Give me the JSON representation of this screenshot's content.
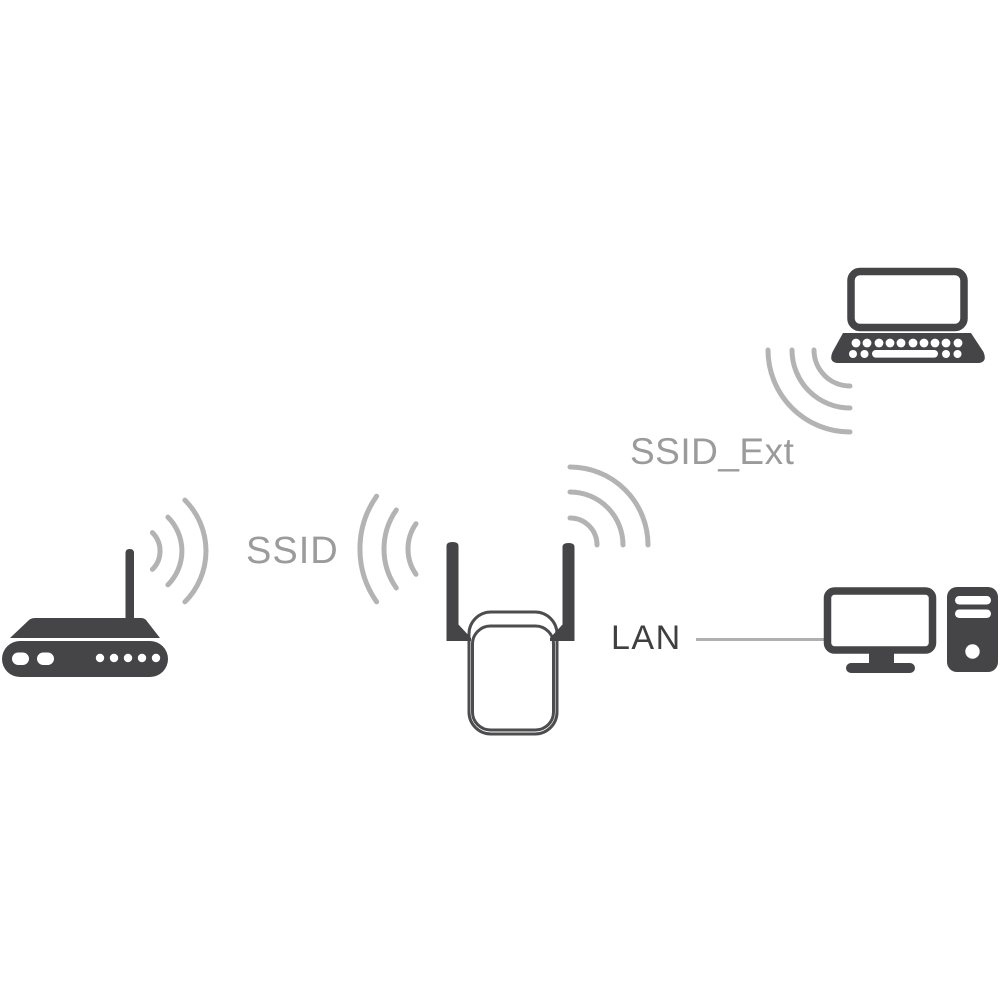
{
  "labels": {
    "router_network": "SSID",
    "extended_network": "SSID_Ext",
    "lan": "LAN"
  },
  "nodes": [
    {
      "id": "router",
      "icon": "wireless-router-icon"
    },
    {
      "id": "extender",
      "icon": "range-extender-icon"
    },
    {
      "id": "laptop",
      "icon": "laptop-icon"
    },
    {
      "id": "desktop",
      "icon": "desktop-computer-icon"
    }
  ],
  "connections": [
    {
      "from": "router",
      "to": "extender",
      "type": "wireless",
      "label": "SSID"
    },
    {
      "from": "extender",
      "to": "laptop",
      "type": "wireless",
      "label": "SSID_Ext"
    },
    {
      "from": "extender",
      "to": "desktop",
      "type": "wired",
      "label": "LAN"
    }
  ],
  "colors": {
    "background": "#ffffff",
    "icon_dark": "#454547",
    "device_outline": "#4d4d4f",
    "wifi_arc_gray": "#b3b3b3",
    "label_gray": "#9b9b9b",
    "label_dark": "#3f3f41",
    "lan_cable_gray": "#b0b0b0"
  }
}
